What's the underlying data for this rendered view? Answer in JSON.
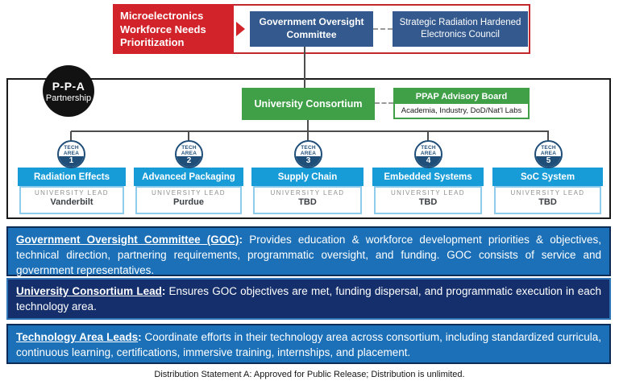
{
  "top_group": {
    "workforce_box": "Microelectronics Workforce Needs Prioritization",
    "goc_box": "Government Oversight Committee",
    "srhec_box": "Strategic Radiation Hardened Electronics Council"
  },
  "ppa_badge": {
    "line1": "P-P-A",
    "line2": "Partnership"
  },
  "university_consortium": "University Consortium",
  "ppap": {
    "title": "PPAP Advisory Board",
    "subtitle": "Academia, Industry, DoD/Nat'l Labs"
  },
  "tech_badge": {
    "line1": "TECH",
    "line2": "AREA"
  },
  "tech_areas": [
    {
      "number": "1",
      "title": "Radiation Effects",
      "lead_label": "UNIVERSITY LEAD",
      "lead": "Vanderbilt"
    },
    {
      "number": "2",
      "title": "Advanced Packaging",
      "lead_label": "UNIVERSITY LEAD",
      "lead": "Purdue"
    },
    {
      "number": "3",
      "title": "Supply Chain",
      "lead_label": "UNIVERSITY LEAD",
      "lead": "TBD"
    },
    {
      "number": "4",
      "title": "Embedded Systems",
      "lead_label": "UNIVERSITY LEAD",
      "lead": "TBD"
    },
    {
      "number": "5",
      "title": "SoC System",
      "lead_label": "UNIVERSITY LEAD",
      "lead": "TBD"
    }
  ],
  "info_blocks": [
    {
      "heading": "Government Oversight Committee (GOC)",
      "colon": ":",
      "body": " Provides education & workforce development priorities & objectives, technical direction, partnering requirements, programmatic oversight, and funding. GOC consists of service and government representatives."
    },
    {
      "heading": "University Consortium Lead",
      "colon": ":",
      "body": " Ensures GOC objectives are met, funding dispersal, and programmatic execution in each technology area."
    },
    {
      "heading": "Technology Area Leads",
      "colon": ":",
      "body": " Coordinate efforts in their technology area across consortium, including standardized curricula, continuous learning, certifications, immersive training, internships, and placement."
    }
  ],
  "footer": "Distribution Statement A: Approved for Public Release; Distribution is unlimited.",
  "colors": {
    "red": "#d2232a",
    "red_border": "#c1272d",
    "steel_blue": "#33598e",
    "green": "#3fa048",
    "light_blue": "#189cd8",
    "navy": "#1f4e79",
    "block_blue": "#1b70b8",
    "block_navy": "#142f6b",
    "block_border_dark": "#0d2b57"
  }
}
